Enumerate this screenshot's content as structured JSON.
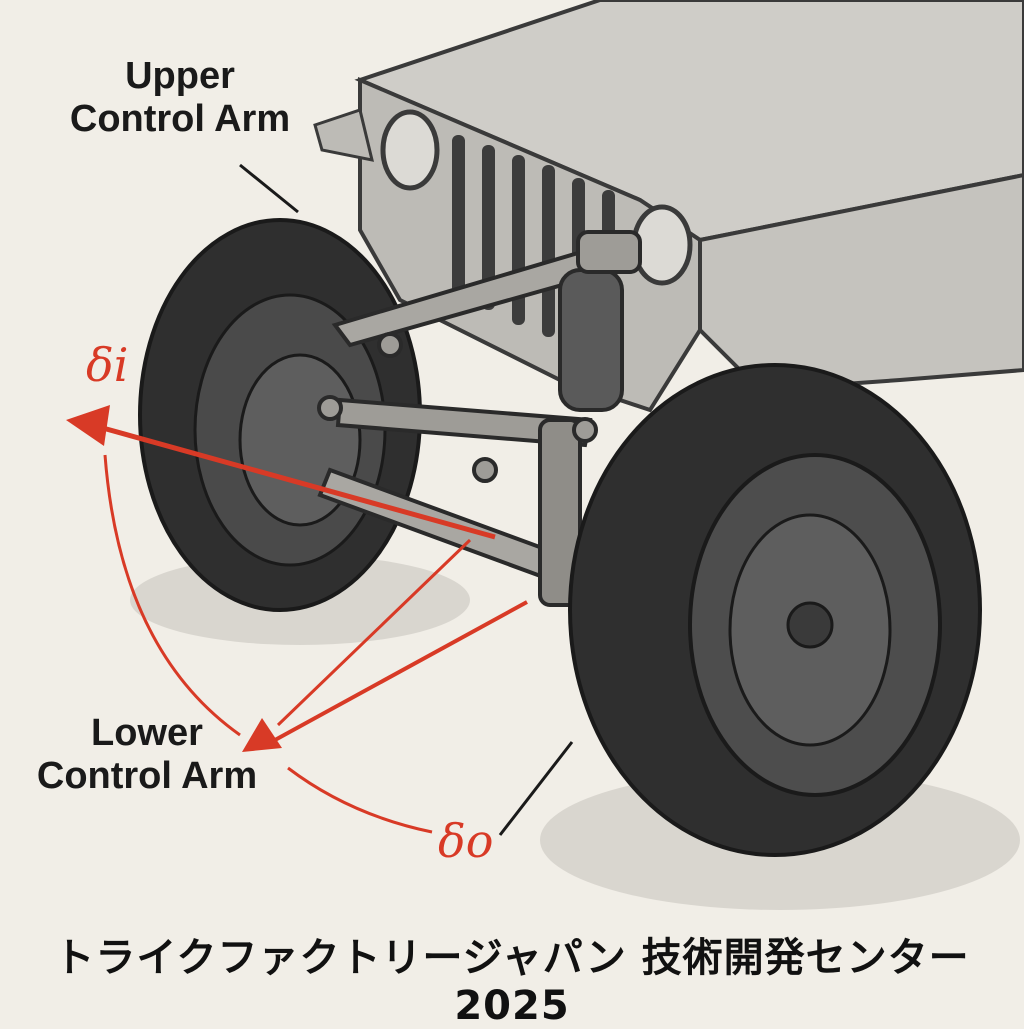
{
  "labels": {
    "upper_control_arm": "Upper\nControl Arm",
    "lower_control_arm": "Lower\nControl Arm",
    "delta_inner": "δi",
    "delta_outer": "δo"
  },
  "footer": {
    "text": "トライクファクトリージャパン 技術開発センター  2025"
  },
  "colors": {
    "background": "#f1eee7",
    "accent_red": "#d83a26",
    "body_gray": "#b9b7b2",
    "tire_dark": "#2f2f2f"
  }
}
